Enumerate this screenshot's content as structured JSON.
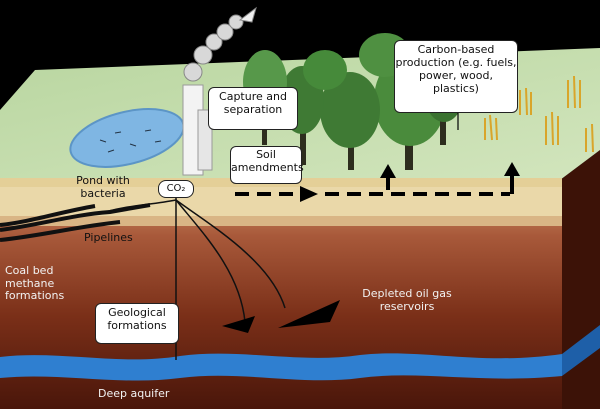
{
  "labels": {
    "pond": "Pond with bacteria",
    "co2": "CO₂",
    "pipelines": "Pipelines",
    "coal_bed": "Coal bed methane formations",
    "geological": "Geological formations",
    "depleted": "Depleted oil gas reservoirs",
    "deep_aquifer": "Deep aquifer",
    "capture": "Capture and separation",
    "soil": "Soil amendments",
    "carbon_based": "Carbon-based production (e.g. fuels, power, wood, plastics)"
  },
  "colors": {
    "background": "#000000",
    "grass": "#c8ddb0",
    "topsoil": "#e8d6a6",
    "clay": "#c98a63",
    "deep_rock": "#5a1d0e",
    "water": "#2f7fd0",
    "pond": "#7fb6e3",
    "tree": "#3f7a34",
    "wheat": "#d9a52a"
  }
}
